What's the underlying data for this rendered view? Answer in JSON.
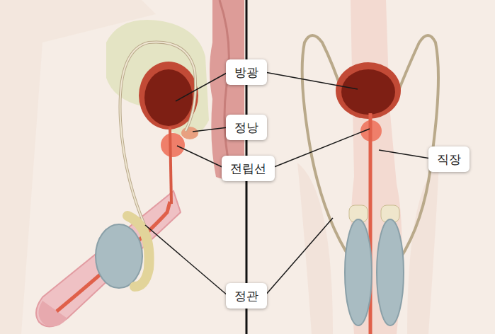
{
  "diagram": {
    "labels": [
      "방광",
      "정낭",
      "전립선",
      "직장",
      "정관"
    ]
  }
}
